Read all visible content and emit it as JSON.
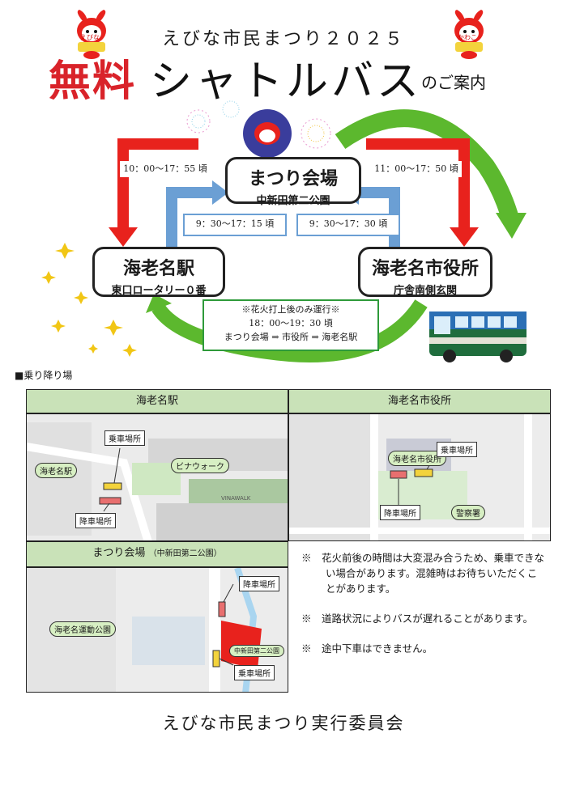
{
  "header": {
    "subtitle": "えびな市民まつり２０２５",
    "title_red": "無料",
    "title_black": "シャトルバス",
    "title_small": "のご案内",
    "mascot_left_badge": "えびな",
    "mascot_right_badge": "かわこ"
  },
  "route": {
    "venue": {
      "name": "まつり会場",
      "sub": "中新田第二公園"
    },
    "station": {
      "name": "海老名駅",
      "sub": "東口ロータリー０番"
    },
    "cityhall": {
      "name": "海老名市役所",
      "sub": "庁舎南側玄関"
    },
    "times": {
      "station_to_venue_red": "10：00〜17：55 頃",
      "venue_to_cityhall_red": "11：00〜17：50 頃",
      "station_blue": "9：30〜17：15 頃",
      "cityhall_blue": "9：30〜17：30 頃"
    },
    "fireworks": {
      "title": "※花火打上後のみ運行※",
      "time": "18：00〜19：30 頃",
      "path": "まつり会場 ⇒ 市役所 ⇒ 海老名駅"
    }
  },
  "boarding": {
    "section_label": "■乗り降り場",
    "panels": [
      {
        "title": "海老名駅",
        "board_label": "乗車場所",
        "alight_label": "降車場所",
        "station_label": "海老名駅",
        "mall_label": "ビナウォーク",
        "text_a": "VINAWALK"
      },
      {
        "title": "海老名市役所",
        "board_label": "乗車場所",
        "alight_label": "降車場所",
        "hall_label": "海老名市役所",
        "police_label": "警察署"
      },
      {
        "title": "まつり会場",
        "title_note": "（中新田第二公園）",
        "board_label": "乗車場所",
        "alight_label": "降車場所",
        "park_label": "海老名運動公園",
        "venue_label": "中新田第二公園"
      }
    ]
  },
  "notes": [
    "※　花火前後の時間は大変混み合うため、乗車できない場合があります。混雑時はお待ちいただくことがあります。",
    "※　道路状況によりバスが遅れることがあります。",
    "※　途中下車はできません。"
  ],
  "footer": "えびな市民まつり実行委員会",
  "colors": {
    "red": "#e8221d",
    "blue": "#6b9fd4",
    "green": "#5cb82e",
    "accent": "#d9232a",
    "panel_head": "#c9e2b8"
  }
}
